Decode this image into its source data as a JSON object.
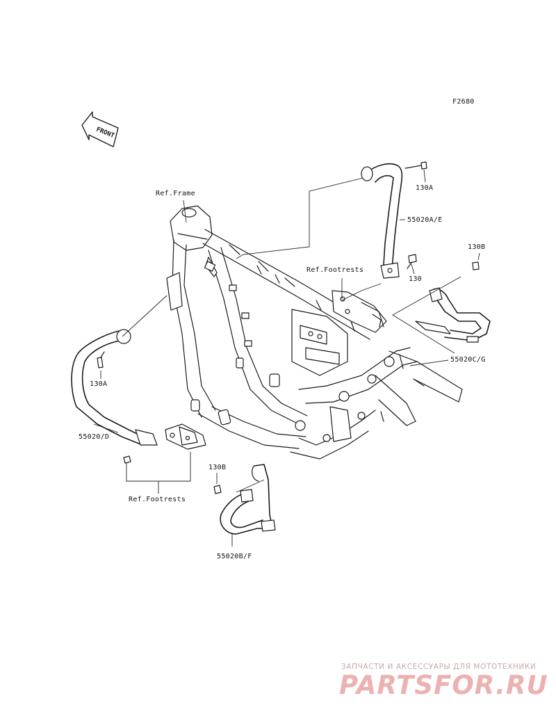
{
  "figure_code": "F2680",
  "front_label": "FRONT",
  "callouts": {
    "ref_frame": "Ref.Frame",
    "ref_footrests_top": "Ref.Footrests",
    "ref_footrests_bottom": "Ref.Footrests",
    "part_55020_ae": "55020A/E",
    "part_55020_cg": "55020C/G",
    "part_55020_d": "55020/D",
    "part_55020_bf": "55020B/F",
    "bolt_130a_top": "130A",
    "bolt_130a_left": "130A",
    "bolt_130": "130",
    "bolt_130b_right": "130B",
    "bolt_130b_bottom": "130B"
  },
  "watermark": {
    "subtitle": "ЗАПЧАСТИ И АКСЕССУАРЫ ДЛЯ МОТОТЕХНИКИ",
    "logo": "PARTSFOR.RU"
  }
}
